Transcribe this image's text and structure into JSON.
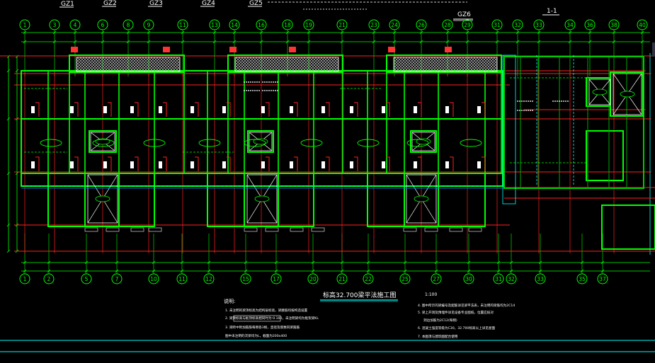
{
  "drawing": {
    "top_tags": [
      "GZ1",
      "GZ2",
      "GZ3",
      "GZ4",
      "GZ5"
    ],
    "gz6_tag": "GZ6",
    "section_tag": "1-1",
    "top_axes": [
      "1",
      "3",
      "4",
      "6",
      "8",
      "9",
      "11",
      "13",
      "14",
      "16",
      "18",
      "19",
      "21",
      "23",
      "24",
      "26",
      "28",
      "29",
      "31",
      "32",
      "33",
      "34",
      "36",
      "38",
      "40"
    ],
    "bottom_axes": [
      "1",
      "2",
      "5",
      "7",
      "10",
      "11",
      "12",
      "15",
      "17",
      "20",
      "21",
      "22",
      "25",
      "27",
      "30",
      "31",
      "32",
      "33",
      "35",
      "37"
    ],
    "plan_title": "标高32.700梁平法施工图",
    "plan_scale": "1:100",
    "notes_heading": "说明:",
    "notes_left": [
      "1. 未注明的梁顶标高为结构层标高，梁腰筋均按构造设置",
      "2. 梁顶标高与板顶标高相同时为-0.100，未注明梁均为框架梁KL",
      "3. 梁跨中附加箍筋每侧各3根，直径及肢数同梁箍筋",
      "   图中未注明的次梁均为L，截面为200x400"
    ],
    "notes_right": [
      "4. 图中所示的梁编号及配筋详见梁平法表，未注明的梁筋均为2C14",
      "5. 梁上开洞及预埋件详见设备专业图纸，位置应核对",
      "   洞边加筋为2C12(每侧)",
      "6. 混凝土强度等级为C30，32.700标高以上详见屋面",
      "7. 本图须与建筑图配合使用"
    ]
  }
}
